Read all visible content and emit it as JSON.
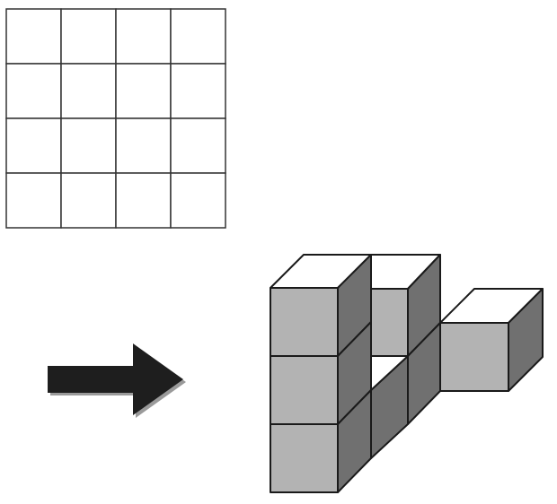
{
  "grid": {
    "rows": 4,
    "cols": 4,
    "line_color": "#333333"
  },
  "arrow": {
    "direction": "right",
    "icon": "arrow-right-icon",
    "color": "#1e1e1e",
    "shadow_color": "#9a9a9a"
  },
  "cube_structure": {
    "cube_count": 6,
    "description_columns": [
      {
        "position": "front-left",
        "height": 3
      },
      {
        "position": "back-left",
        "height": 1,
        "elevated_level": 2
      },
      {
        "position": "back-right",
        "height": 1
      }
    ],
    "colors": {
      "top": "#ffffff",
      "front": "#b3b3b3",
      "side": "#707070",
      "edge": "#1a1a1a"
    }
  }
}
